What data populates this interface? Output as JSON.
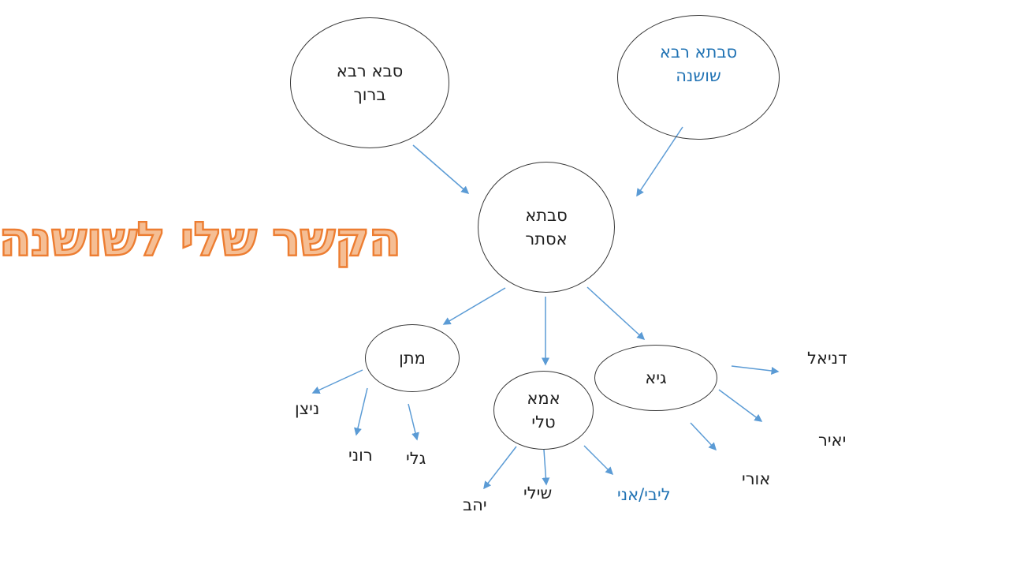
{
  "title": {
    "text": "הקשר שלי לשושנה"
  },
  "nodes": {
    "baruch": {
      "label": "סבא רבא ברוך",
      "lines": [
        "סבא רבא",
        "ברוך"
      ],
      "text_color": "#1f1f1f"
    },
    "shoshana": {
      "label": "סבתא רבא שושנה",
      "lines": [
        "סבתא רבא",
        "שושנה"
      ],
      "text_color": "#2173B4"
    },
    "esther": {
      "label": "סבתא אסתר",
      "lines": [
        "סבתא",
        "אסתר"
      ],
      "text_color": "#1f1f1f"
    },
    "matan": {
      "label": "מתן",
      "lines": [
        "מתן"
      ],
      "text_color": "#1f1f1f"
    },
    "tali": {
      "label": "אמא טלי",
      "lines": [
        "אמא",
        "טלי"
      ],
      "text_color": "#1f1f1f"
    },
    "guy": {
      "label": "גיא",
      "lines": [
        "גיא"
      ],
      "text_color": "#1f1f1f"
    }
  },
  "leaves": {
    "nitzan": {
      "label": "ניצן",
      "text_color": "#1f1f1f"
    },
    "roni": {
      "label": "רוני",
      "text_color": "#1f1f1f"
    },
    "gali": {
      "label": "גלי",
      "text_color": "#1f1f1f"
    },
    "yahav": {
      "label": "יהב",
      "text_color": "#1f1f1f"
    },
    "shili": {
      "label": "שילי",
      "text_color": "#1f1f1f"
    },
    "libi": {
      "label": "ליבי/אני",
      "text_color": "#2173B4"
    },
    "ori": {
      "label": "אורי",
      "text_color": "#1f1f1f"
    },
    "yair": {
      "label": "יאיר",
      "text_color": "#1f1f1f"
    },
    "daniel": {
      "label": "דניאל",
      "text_color": "#1f1f1f"
    }
  },
  "edges": [
    {
      "from": "baruch",
      "to": "esther"
    },
    {
      "from": "shoshana",
      "to": "esther"
    },
    {
      "from": "esther",
      "to": "matan"
    },
    {
      "from": "esther",
      "to": "tali"
    },
    {
      "from": "esther",
      "to": "guy"
    },
    {
      "from": "matan",
      "to": "nitzan"
    },
    {
      "from": "matan",
      "to": "roni"
    },
    {
      "from": "matan",
      "to": "gali"
    },
    {
      "from": "tali",
      "to": "yahav"
    },
    {
      "from": "tali",
      "to": "shili"
    },
    {
      "from": "tali",
      "to": "libi"
    },
    {
      "from": "guy",
      "to": "daniel"
    },
    {
      "from": "guy",
      "to": "yair"
    },
    {
      "from": "guy",
      "to": "ori"
    }
  ],
  "colors": {
    "arrow_blue": "#5B9BD5",
    "accent_blue_text": "#2173B4",
    "title_fill": "#F5BE94",
    "title_outline": "#ED7D31",
    "shape_outline": "#383838"
  }
}
